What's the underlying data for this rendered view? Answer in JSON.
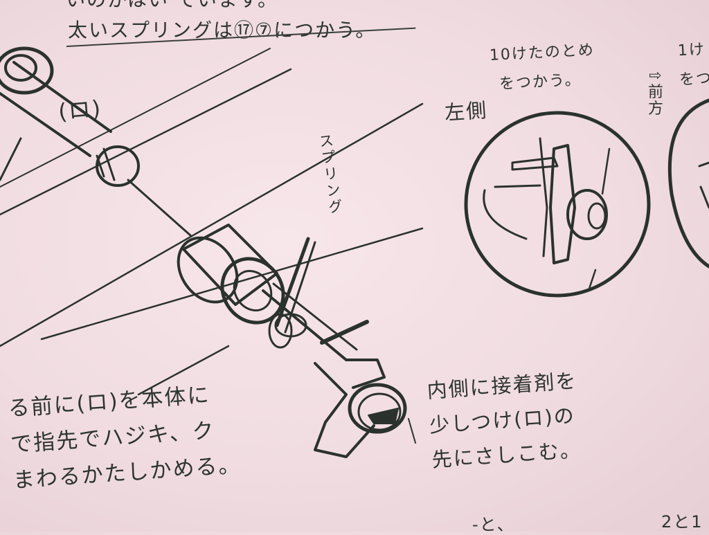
{
  "text": {
    "top_cut": "いのかはい  ています。",
    "heading": "太いスプリングは⑰⑦につかう。",
    "note_left_line1": "る前に(ロ)を本体に",
    "note_left_line2": "で指先でハジキ、ク",
    "note_left_line3": "まわるかたしかめる。",
    "note_right_line1": "内側に接着剤を",
    "note_right_line2": "少しつけ(ロ)の",
    "note_right_line3": "先にさしこむ。",
    "label_ro": "(ロ)",
    "label_left_side": "左側",
    "label_spring": "スプリング",
    "stop1_line1": "10けたのとめ",
    "stop1_line2": "をつかう。",
    "stop2_line1": "1け",
    "stop2_line2": "をつ",
    "label_front": "⇧前方",
    "bottom1": "-と、",
    "bottom2": "2と1"
  }
}
